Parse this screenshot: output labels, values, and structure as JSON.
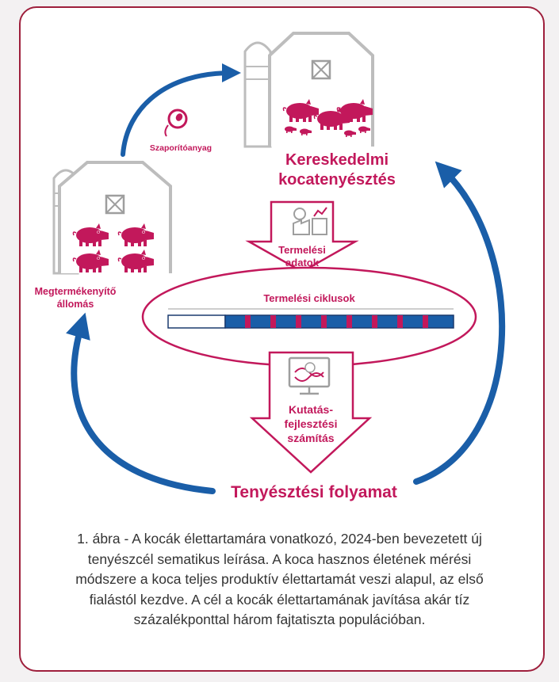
{
  "diagram": {
    "commercial_farm_label_line1": "Kereskedelmi",
    "commercial_farm_label_line2": "kocatenyésztés",
    "breeding_station_label_line1": "Megtermékenyítő",
    "breeding_station_label_line2": "állomás",
    "semen_label": "Szaporítóanyag",
    "production_data_line1": "Termelési",
    "production_data_line2": "adatok",
    "production_cycles_label": "Termelési ciklusok",
    "rnd_line1": "Kutatás-",
    "rnd_line2": "fejlesztési",
    "rnd_line3": "számítás",
    "breeding_process_label": "Tenyésztési folyamat",
    "male_symbol": "♂",
    "colors": {
      "magenta": "#c2185b",
      "blue": "#1a5ea8",
      "frame": "#9e1f3c"
    },
    "icons": [
      "barn-icon",
      "silo-icon",
      "pig-icon",
      "sperm-icon",
      "factory-chart-icon",
      "monitor-dna-icon"
    ]
  },
  "caption": "1. ábra - A kocák élettartamára vonatkozó, 2024-ben bevezetett új tenyészcél sematikus leírása. A koca hasznos életének mérési módszere a koca teljes produktív élettar­tamát veszi alapul, az első fialástól kezdve. A cél a kocák élettartamának javítása akár tíz százalékponttal három fajtatiszta populációban."
}
